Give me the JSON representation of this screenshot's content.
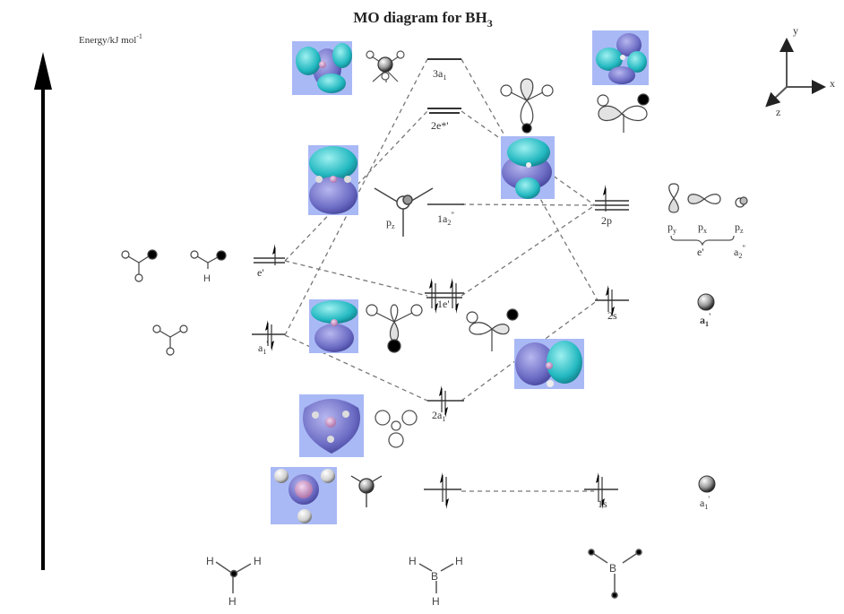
{
  "title": {
    "main": "MO diagram for BH",
    "sub": "3"
  },
  "axis": {
    "label": "Energy/kJ mol",
    "sup": "-1"
  },
  "coords": {
    "x": "x",
    "y": "y",
    "z": "z"
  },
  "levels": {
    "a3": {
      "main": "3a",
      "sub": "1"
    },
    "e2": {
      "main": "2e*'"
    },
    "a2pp": {
      "main": "1a",
      "sub": "2",
      "sup": "\""
    },
    "e1": {
      "main": "1e'"
    },
    "a2": {
      "main": "2a",
      "sub": "1",
      "sup": "'"
    },
    "p2": {
      "main": "2p"
    },
    "s2": {
      "main": "2s"
    },
    "s1": {
      "main": "1s"
    },
    "h_e": {
      "main": "e'"
    },
    "h_a": {
      "main": "a",
      "sub": "1",
      "sup": "'"
    }
  },
  "p_orbitals": {
    "py": {
      "main": "p",
      "sub": "y"
    },
    "px": {
      "main": "p",
      "sub": "x"
    },
    "pz": {
      "main": "p",
      "sub": "z"
    },
    "e_group": "e'",
    "a2_group": {
      "main": "a",
      "sub": "2",
      "sup": "\""
    },
    "pz_center": {
      "main": "p",
      "sub": "z"
    }
  },
  "s_orbitals": {
    "a1_bold": {
      "main": "a",
      "sub": "1",
      "sup": "'"
    },
    "a1_core": {
      "main": "a",
      "sub": "1",
      "sup": "'"
    }
  },
  "fragments": {
    "h3": {
      "atom": "H"
    },
    "bh3": {
      "center": "B",
      "atom": "H"
    },
    "b": {
      "center": "B"
    },
    "h_label": "H"
  },
  "colors": {
    "line": "#333333",
    "dash": "#777777",
    "lobe_cyan": "#2fc4c8",
    "lobe_purple": "#7a7ad0",
    "tile_bg": "#a9b9f5"
  }
}
